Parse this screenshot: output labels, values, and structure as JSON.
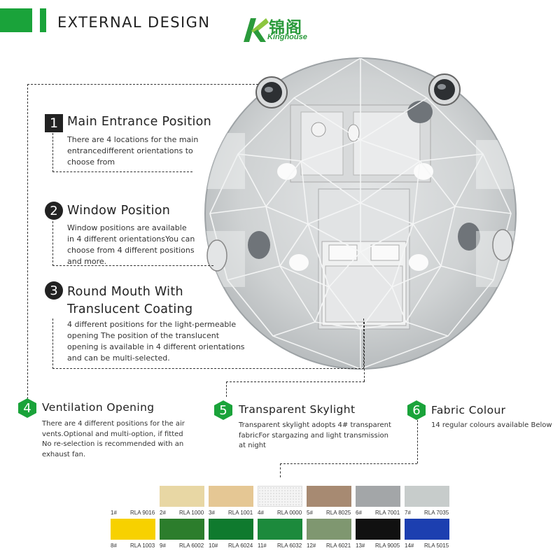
{
  "header": {
    "title": "EXTERNAL DESIGN",
    "logo_cn": "锦阁",
    "logo_en": "Kinghouse",
    "accent": "#1aa33a"
  },
  "sections": [
    {
      "num": "1",
      "title": "Main Entrance Position",
      "body": [
        "There are 4 locations for the main",
        "entrancedifferent orientations to",
        "choose from"
      ]
    },
    {
      "num": "2",
      "title": "Window Position",
      "body": [
        "Window positions are available",
        "in 4 different orientationsYou can",
        "choose from 4 different positions",
        "and more."
      ]
    },
    {
      "num": "3",
      "title": [
        "Round Mouth With",
        "Translucent Coating"
      ],
      "body": [
        "4 different positions for the light-permeable",
        "opening The position of the translucent",
        "opening is available in 4 different orientations",
        "and can be multi-selected."
      ]
    },
    {
      "num": "4",
      "title": "Ventilation Opening",
      "body": [
        "There are 4 different positions for the air",
        "vents.Optional and multi-option, if fitted",
        "No re-selection is recommended with an",
        "exhaust fan."
      ]
    },
    {
      "num": "5",
      "title": "Transparent Skylight",
      "body": [
        "Transparent skylight adopts 4# transparent",
        "fabricFor stargazing and light transmission",
        "at night"
      ]
    },
    {
      "num": "6",
      "title": "Fabric Colour",
      "body": [
        "14 regular colours available Below"
      ]
    }
  ],
  "swatches": [
    {
      "n": "1#",
      "code": "RLA 9016",
      "color": "#ffffff"
    },
    {
      "n": "2#",
      "code": "RLA 1000",
      "color": "#e8d7a4"
    },
    {
      "n": "3#",
      "code": "RLA 1001",
      "color": "#e5c794"
    },
    {
      "n": "4#",
      "code": "RLA 0000",
      "color": "#f4f4f4"
    },
    {
      "n": "5#",
      "code": "RLA 8025",
      "color": "#a78a72"
    },
    {
      "n": "6#",
      "code": "RLA 7001",
      "color": "#a3a6a8"
    },
    {
      "n": "7#",
      "code": "RLA 7035",
      "color": "#c7cccb"
    },
    {
      "n": "8#",
      "code": "RLA 1003",
      "color": "#f7d100"
    },
    {
      "n": "9#",
      "code": "RLA 6002",
      "color": "#2c7d2c"
    },
    {
      "n": "10#",
      "code": "RLA 6024",
      "color": "#0f7a2e"
    },
    {
      "n": "11#",
      "code": "RLA 6032",
      "color": "#1c8a3c"
    },
    {
      "n": "12#",
      "code": "RLA 6021",
      "color": "#7f9770"
    },
    {
      "n": "13#",
      "code": "RLA 9005",
      "color": "#111111"
    },
    {
      "n": "14#",
      "code": "RLA 5015",
      "color": "#1c3fb0"
    }
  ]
}
